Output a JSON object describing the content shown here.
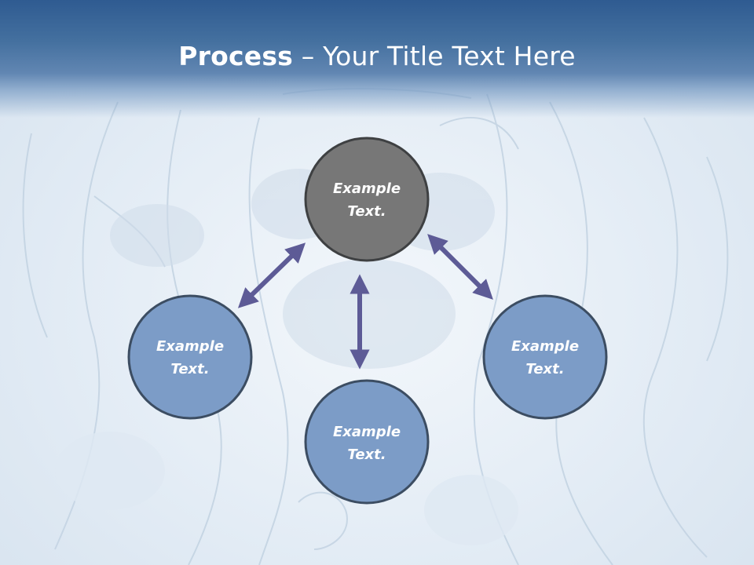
{
  "title": {
    "bold": "Process",
    "rest": " – Your Title Text Here"
  },
  "colors": {
    "title_bar": "#3c6899",
    "center_node": "#777777",
    "outer_node": "#7c9cc7",
    "node_stroke": "#3c4d62",
    "arrow": "#5d5b96"
  },
  "nodes": {
    "center": {
      "line1": "Example",
      "line2": "Text."
    },
    "left": {
      "line1": "Example",
      "line2": "Text."
    },
    "bottom": {
      "line1": "Example",
      "line2": "Text."
    },
    "right": {
      "line1": "Example",
      "line2": "Text."
    }
  }
}
